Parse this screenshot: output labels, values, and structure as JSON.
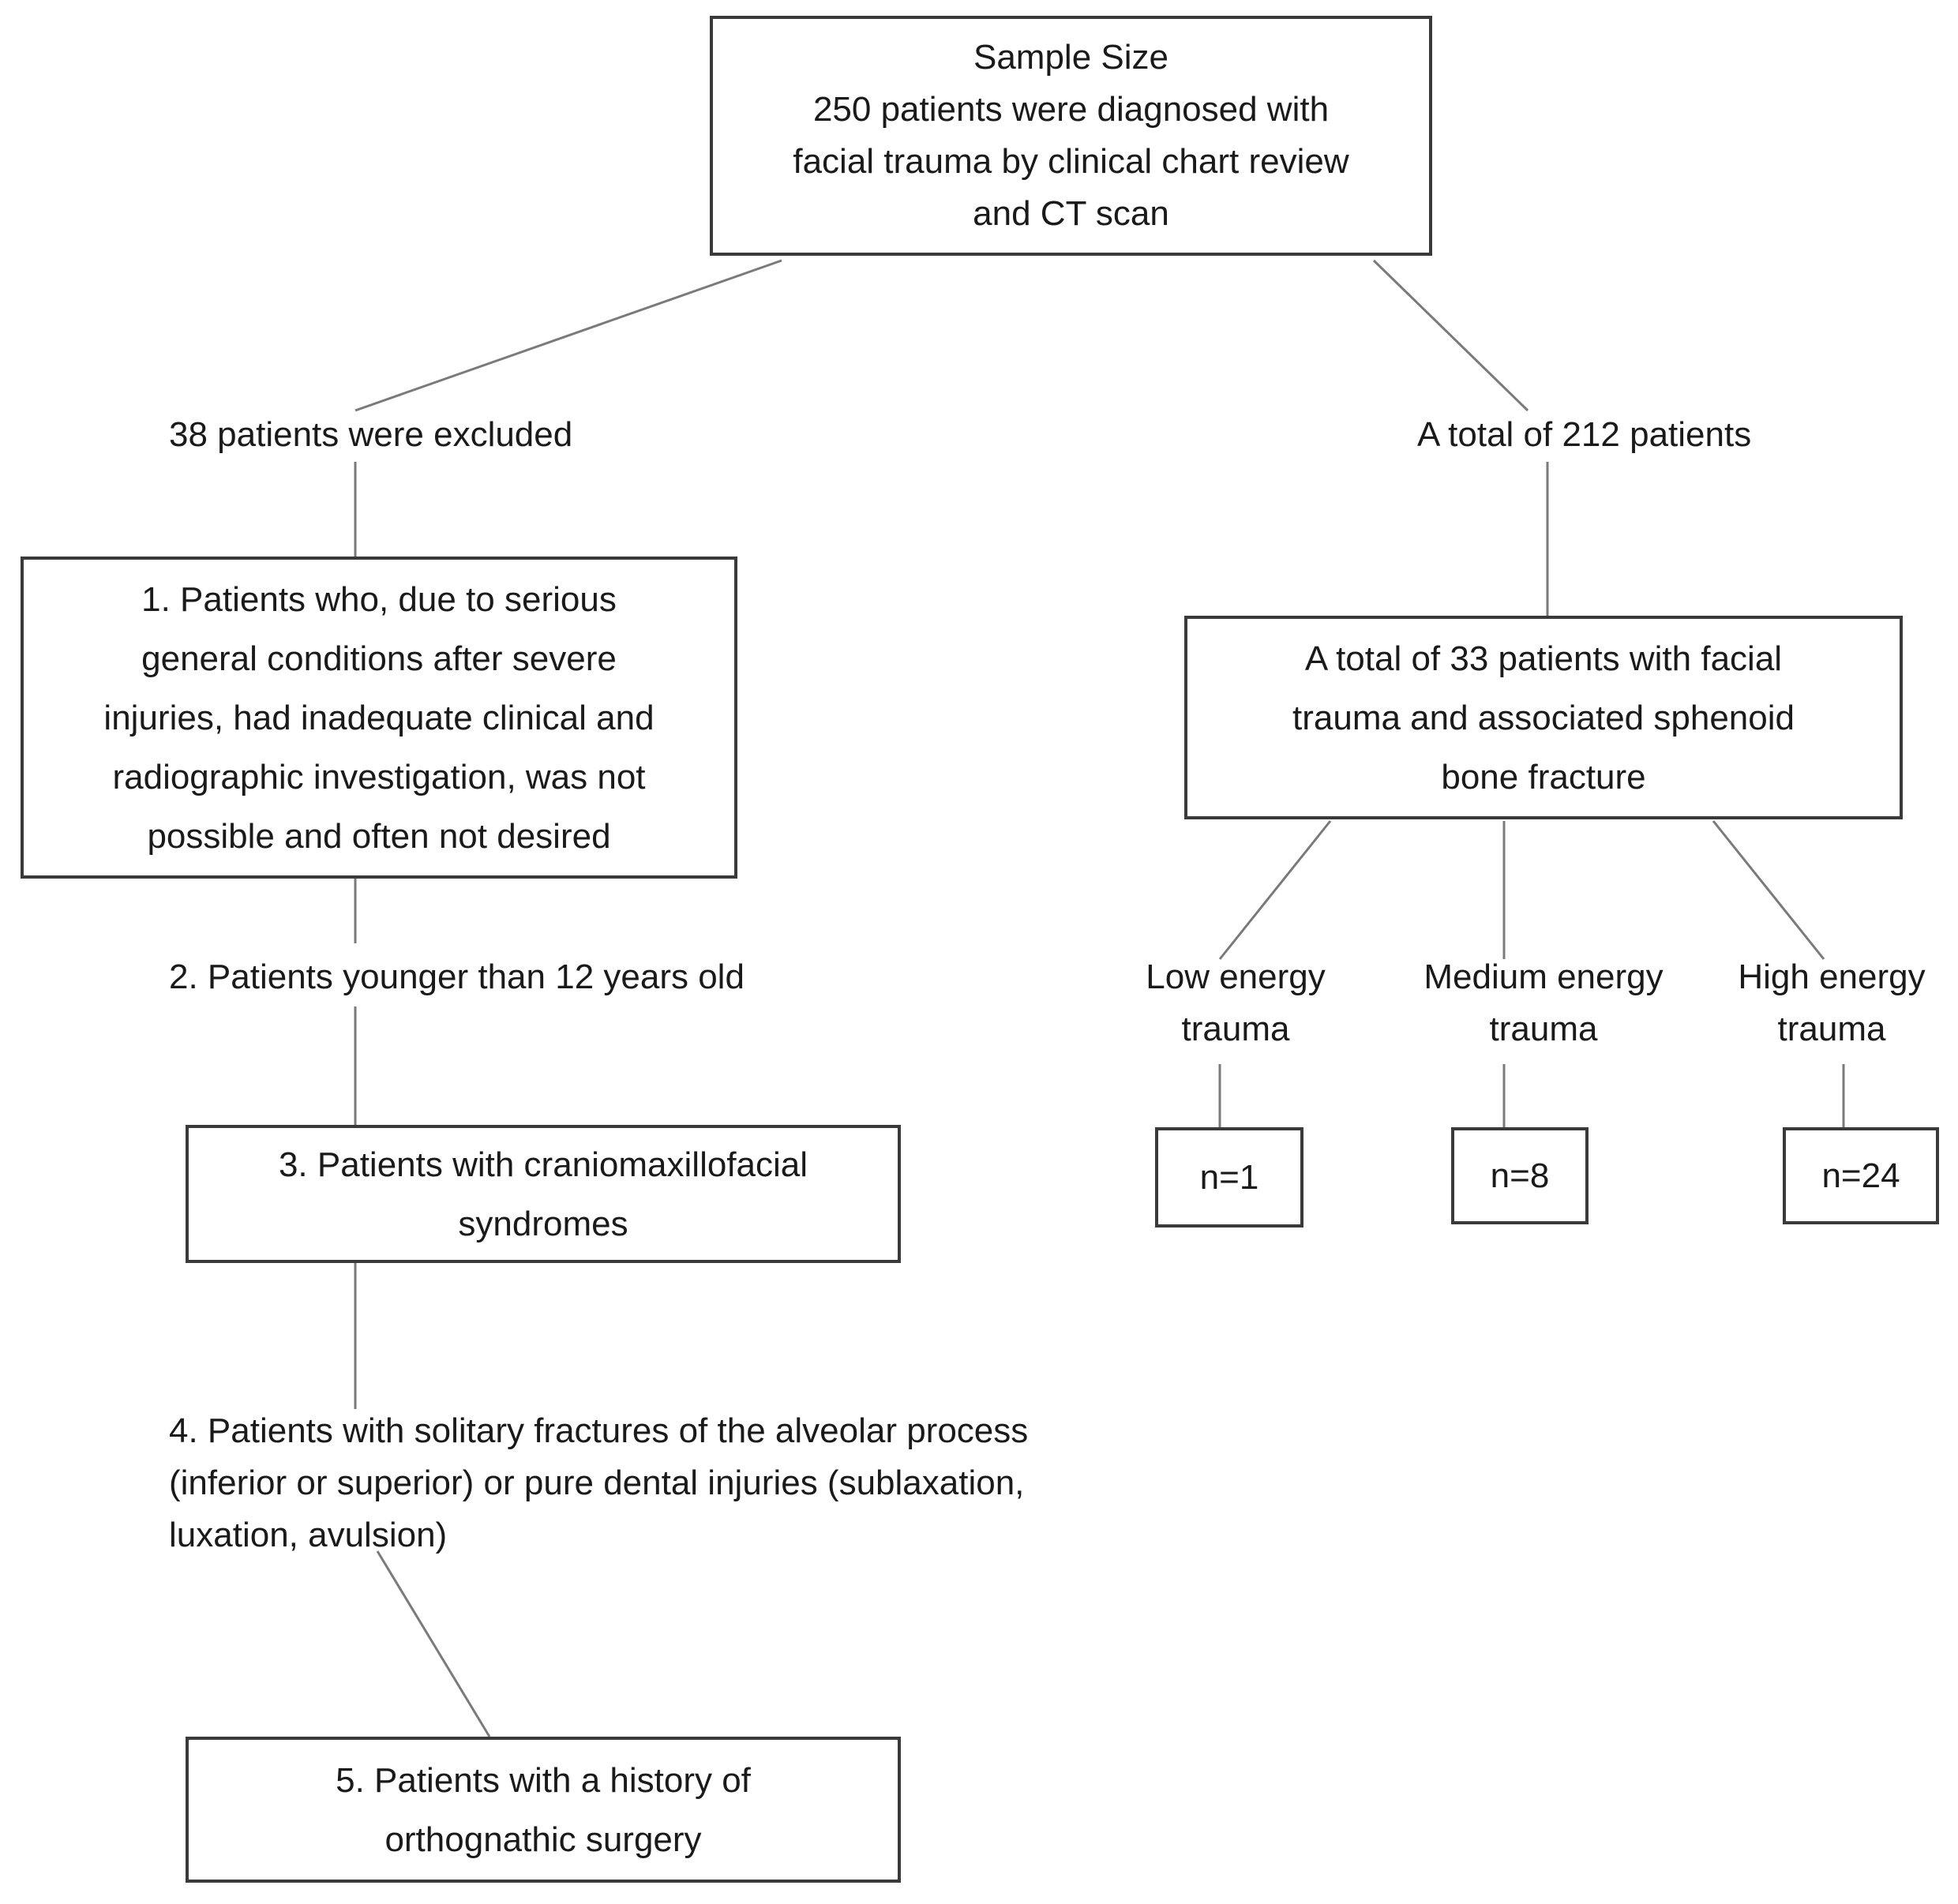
{
  "sample_size": {
    "lines": [
      "Sample Size",
      "250 patients were diagnosed with",
      "facial trauma by clinical chart review",
      "and CT scan"
    ]
  },
  "excluded": {
    "label": "38 patients were excluded",
    "criterion_1": {
      "lines": [
        "1. Patients who, due to serious",
        "general conditions after severe",
        "injuries, had inadequate clinical and",
        "radiographic investigation, was not",
        "possible and often not desired"
      ]
    },
    "criterion_2": "2. Patients younger than 12 years old",
    "criterion_3": {
      "lines": [
        "3. Patients with craniomaxillofacial",
        "syndromes"
      ]
    },
    "criterion_4": {
      "lines": [
        "4. Patients with solitary fractures of the alveolar process",
        "(inferior or superior) or pure dental injuries (sublaxation,",
        "luxation, avulsion)"
      ]
    },
    "criterion_5": {
      "lines": [
        "5. Patients with a history of",
        "orthognathic surgery"
      ]
    }
  },
  "included": {
    "label": "A total of 212 patients",
    "sphenoid": {
      "lines": [
        "A total of 33 patients with facial",
        "trauma and associated sphenoid",
        "bone fracture"
      ]
    },
    "groups": [
      {
        "lines": [
          "Low energy",
          "trauma"
        ],
        "n": "n=1"
      },
      {
        "lines": [
          "Medium energy",
          "trauma"
        ],
        "n": "n=8"
      },
      {
        "lines": [
          "High energy",
          "trauma"
        ],
        "n": "n=24"
      }
    ]
  },
  "colors": {
    "line": "#7a7a7a",
    "border": "#3a3a3a",
    "text": "#1a1a1a"
  }
}
